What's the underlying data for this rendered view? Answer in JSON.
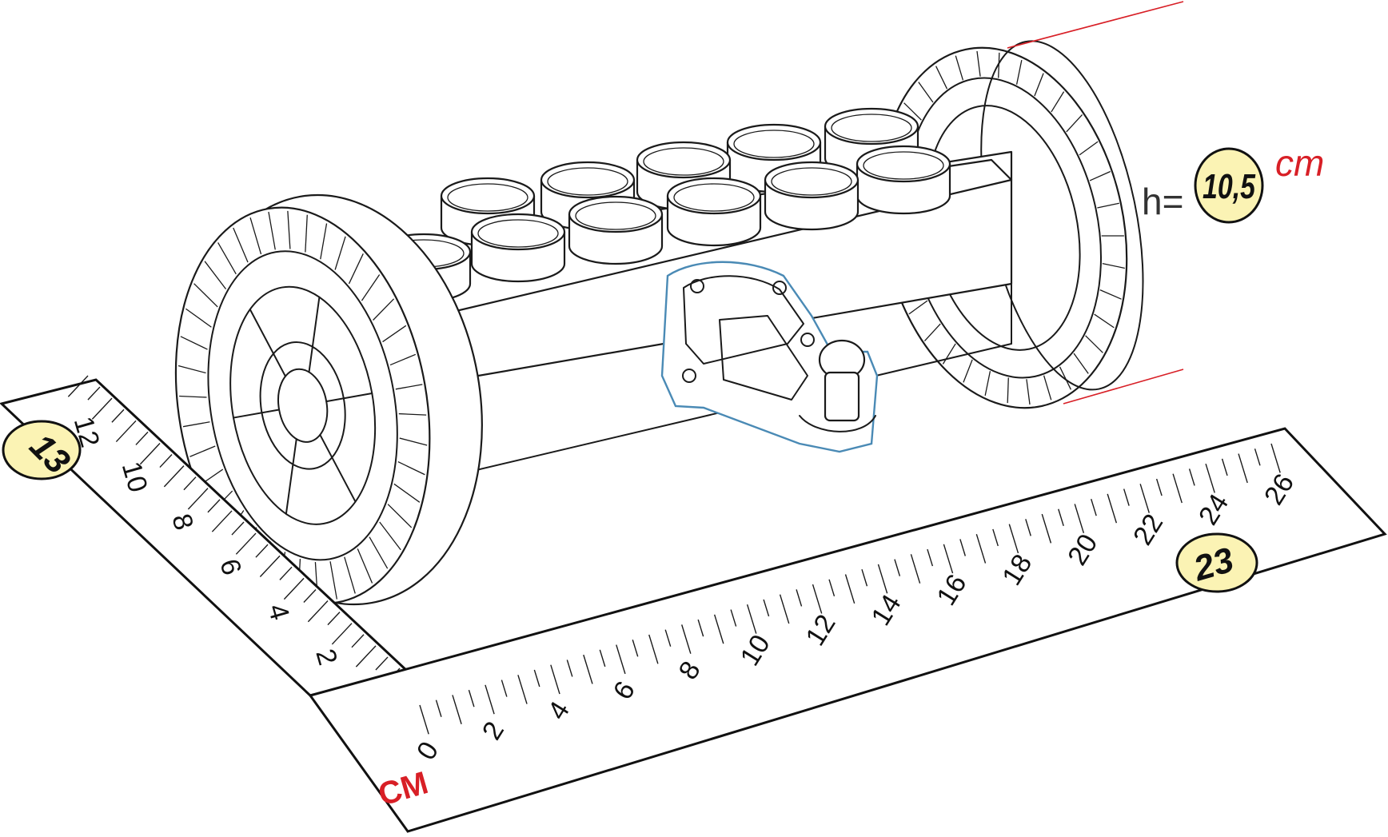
{
  "ruler_unit": "CM",
  "depth_ruler": {
    "ticks": [
      "2",
      "4",
      "6",
      "8",
      "10",
      "12"
    ],
    "value": "13"
  },
  "length_ruler": {
    "ticks": [
      "0",
      "2",
      "4",
      "6",
      "8",
      "10",
      "12",
      "14",
      "16",
      "18",
      "20",
      "22",
      "24",
      "26"
    ],
    "value": "23"
  },
  "height": {
    "prefix": "h=",
    "value": "10,5",
    "unit": "cm"
  },
  "colors": {
    "badge_fill": "#fbf3b4",
    "accent_red": "#d81f26",
    "line": "#1a1a1a",
    "coupling_outline": "#4a8ab5"
  }
}
